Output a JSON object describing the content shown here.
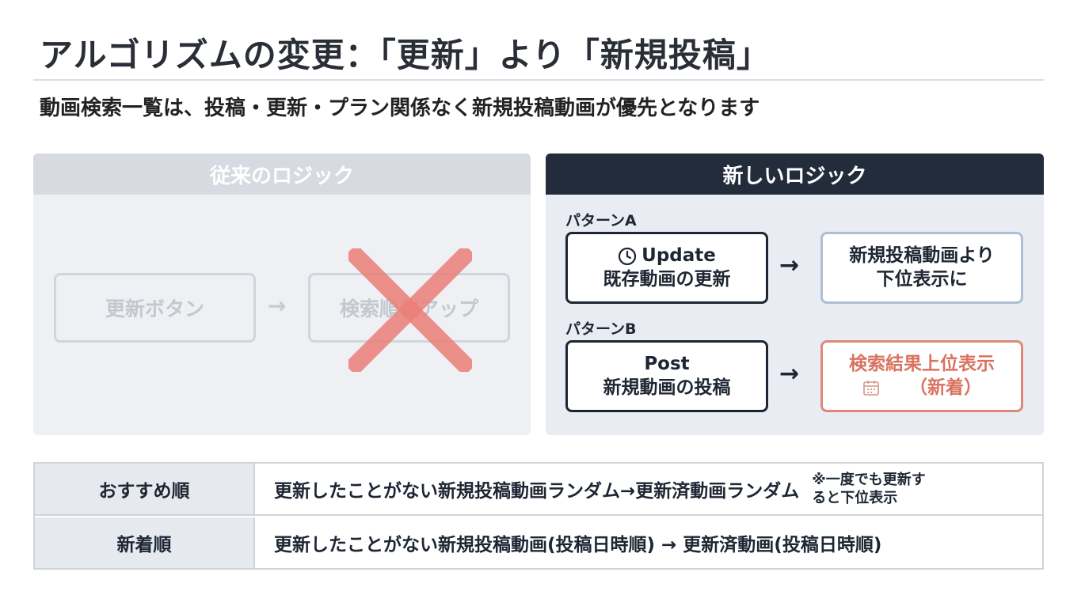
{
  "title": "アルゴリズムの変更：「更新」より「新規投稿」",
  "subtitle": "動画検索一覧は、投稿・更新・プラン関係なく新規投稿動画が優先となります",
  "old_logic": {
    "header": "従来のロジック",
    "box1": "更新ボタン",
    "arrow": "→",
    "box2": "検索順位アップ"
  },
  "new_logic": {
    "header": "新しいロジック",
    "pattern_a": {
      "label": "パターンA",
      "source_line1": "Update",
      "source_line2": "既存動画の更新",
      "arrow": "→",
      "result_line1": "新規投稿動画より",
      "result_line2": "下位表示に"
    },
    "pattern_b": {
      "label": "パターンB",
      "source_line1": "Post",
      "source_line2": "新規動画の投稿",
      "arrow": "→",
      "result_line1": "検索結果上位表示",
      "result_line2": "（新着）"
    }
  },
  "table": {
    "rows": [
      {
        "head": "おすすめ順",
        "body": "更新したことがない新規投稿動画ランダム→更新済動画ランダム",
        "note_line1": "※一度でも更新す",
        "note_line2": "ると下位表示"
      },
      {
        "head": "新着順",
        "body": "更新したことがない新規投稿動画(投稿日時順) → 更新済動画(投稿日時順)"
      }
    ]
  },
  "colors": {
    "dark_header": "#232c3b",
    "muted_header": "#d7dbe1",
    "x_mark": "#ec7f78",
    "highlight_red": "#d9735f"
  },
  "icons": {
    "clock": "clock-icon",
    "calendar": "calendar-icon",
    "x_mark": "cross-mark-icon"
  }
}
